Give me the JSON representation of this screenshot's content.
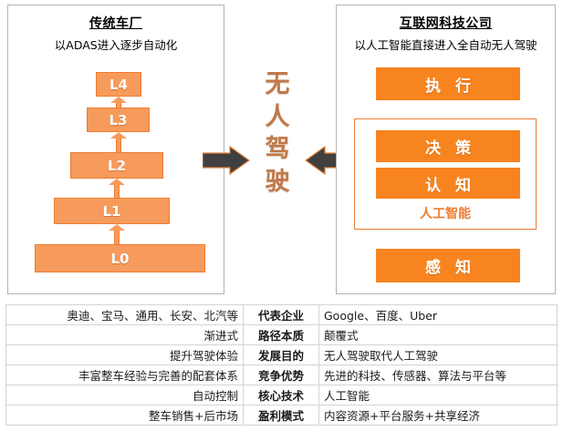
{
  "left_panel": {
    "title": "传统车厂",
    "subtitle": "以ADAS进入逐步自动化",
    "levels": [
      {
        "label": "L4"
      },
      {
        "label": "L3"
      },
      {
        "label": "L2"
      },
      {
        "label": "L1"
      },
      {
        "label": "L0"
      }
    ]
  },
  "center": {
    "headline_chars": [
      "无",
      "人",
      "驾",
      "驶"
    ],
    "headline": "无人驾驶",
    "arrow_right_name": "arrow-pointing-right",
    "arrow_left_name": "arrow-pointing-left"
  },
  "right_panel": {
    "title": "互联网科技公司",
    "subtitle": "以人工智能直接进入全自动无人驾驶",
    "blocks": {
      "execute": "执 行",
      "decide": "决 策",
      "cognition": "认 知",
      "perception": "感 知"
    },
    "ai_group_label": "人工智能"
  },
  "table": {
    "rows": [
      {
        "left": "奥迪、宝马、通用、长安、北汽等",
        "key": "代表企业",
        "right": "Google、百度、Uber"
      },
      {
        "left": "渐进式",
        "key": "路径本质",
        "right": "颠覆式"
      },
      {
        "left": "提升驾驶体验",
        "key": "发展目的",
        "right": "无人驾驶取代人工驾驶"
      },
      {
        "left": "丰富整车经验与完善的配套体系",
        "key": "竞争优势",
        "right": "先进的科技、传感器、算法与平台等"
      },
      {
        "left": "自动控制",
        "key": "核心技术",
        "right": "人工智能"
      },
      {
        "left": "整车销售+后市场",
        "key": "盈利模式",
        "right": "内容资源+平台服务+共享经济"
      }
    ]
  },
  "colors": {
    "level_fill": "#F79B5C",
    "level_border": "#ED7D31",
    "block_fill": "#F7841F",
    "accent": "#ED7D31",
    "headline": "#C0794A",
    "arrow_fill": "#404040",
    "panel_border": "#B4B4B4"
  }
}
